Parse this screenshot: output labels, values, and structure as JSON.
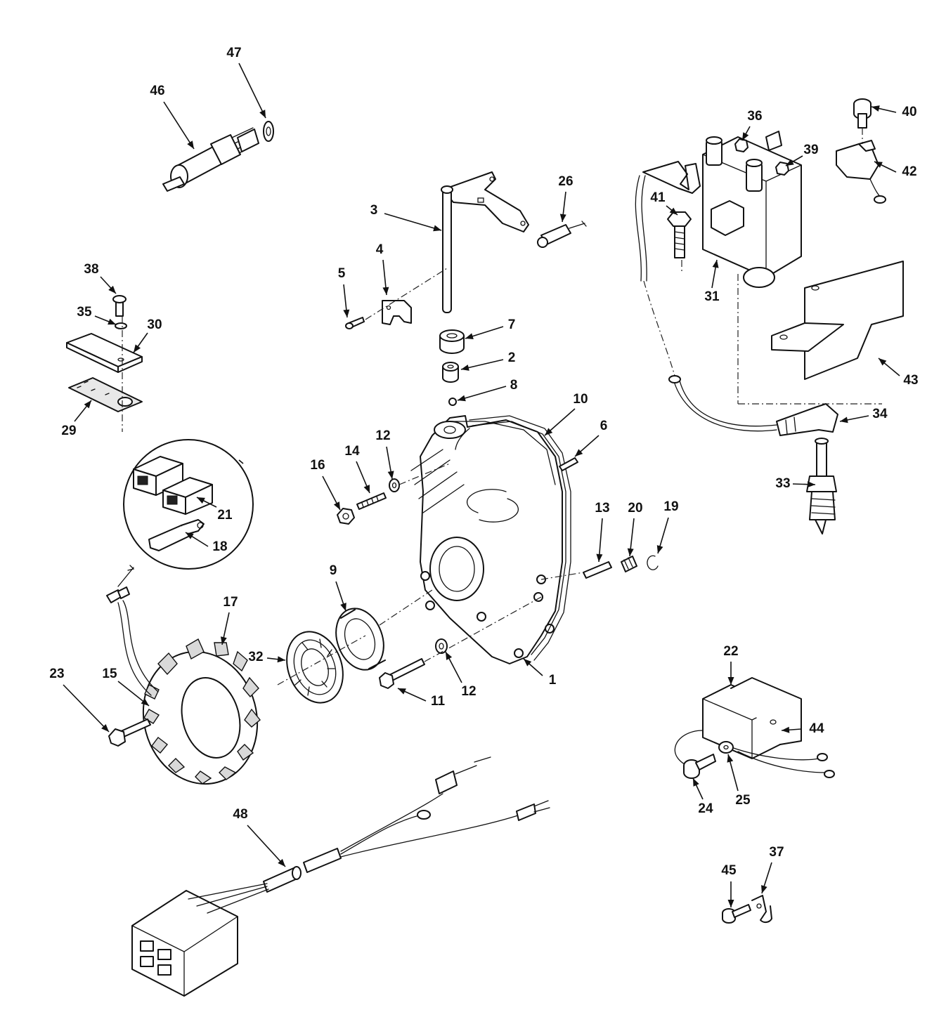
{
  "callouts": [
    {
      "id": "47",
      "label": "47"
    },
    {
      "id": "46",
      "label": "46"
    },
    {
      "id": "40",
      "label": "40"
    },
    {
      "id": "36",
      "label": "36"
    },
    {
      "id": "39",
      "label": "39"
    },
    {
      "id": "42",
      "label": "42"
    },
    {
      "id": "26",
      "label": "26"
    },
    {
      "id": "3",
      "label": "3"
    },
    {
      "id": "41",
      "label": "41"
    },
    {
      "id": "38",
      "label": "38"
    },
    {
      "id": "4",
      "label": "4"
    },
    {
      "id": "5",
      "label": "5"
    },
    {
      "id": "35",
      "label": "35"
    },
    {
      "id": "30",
      "label": "30"
    },
    {
      "id": "31",
      "label": "31"
    },
    {
      "id": "7",
      "label": "7"
    },
    {
      "id": "2",
      "label": "2"
    },
    {
      "id": "43",
      "label": "43"
    },
    {
      "id": "8",
      "label": "8"
    },
    {
      "id": "10",
      "label": "10"
    },
    {
      "id": "29",
      "label": "29"
    },
    {
      "id": "34",
      "label": "34"
    },
    {
      "id": "6",
      "label": "6"
    },
    {
      "id": "12a",
      "label": "12"
    },
    {
      "id": "14",
      "label": "14"
    },
    {
      "id": "16",
      "label": "16"
    },
    {
      "id": "33",
      "label": "33"
    },
    {
      "id": "21",
      "label": "21"
    },
    {
      "id": "13",
      "label": "13"
    },
    {
      "id": "20",
      "label": "20"
    },
    {
      "id": "19",
      "label": "19"
    },
    {
      "id": "18",
      "label": "18"
    },
    {
      "id": "9",
      "label": "9"
    },
    {
      "id": "17",
      "label": "17"
    },
    {
      "id": "22",
      "label": "22"
    },
    {
      "id": "32",
      "label": "32"
    },
    {
      "id": "23",
      "label": "23"
    },
    {
      "id": "15",
      "label": "15"
    },
    {
      "id": "1",
      "label": "1"
    },
    {
      "id": "12b",
      "label": "12"
    },
    {
      "id": "11",
      "label": "11"
    },
    {
      "id": "44",
      "label": "44"
    },
    {
      "id": "24",
      "label": "24"
    },
    {
      "id": "25",
      "label": "25"
    },
    {
      "id": "48",
      "label": "48"
    },
    {
      "id": "37",
      "label": "37"
    },
    {
      "id": "45",
      "label": "45"
    }
  ]
}
